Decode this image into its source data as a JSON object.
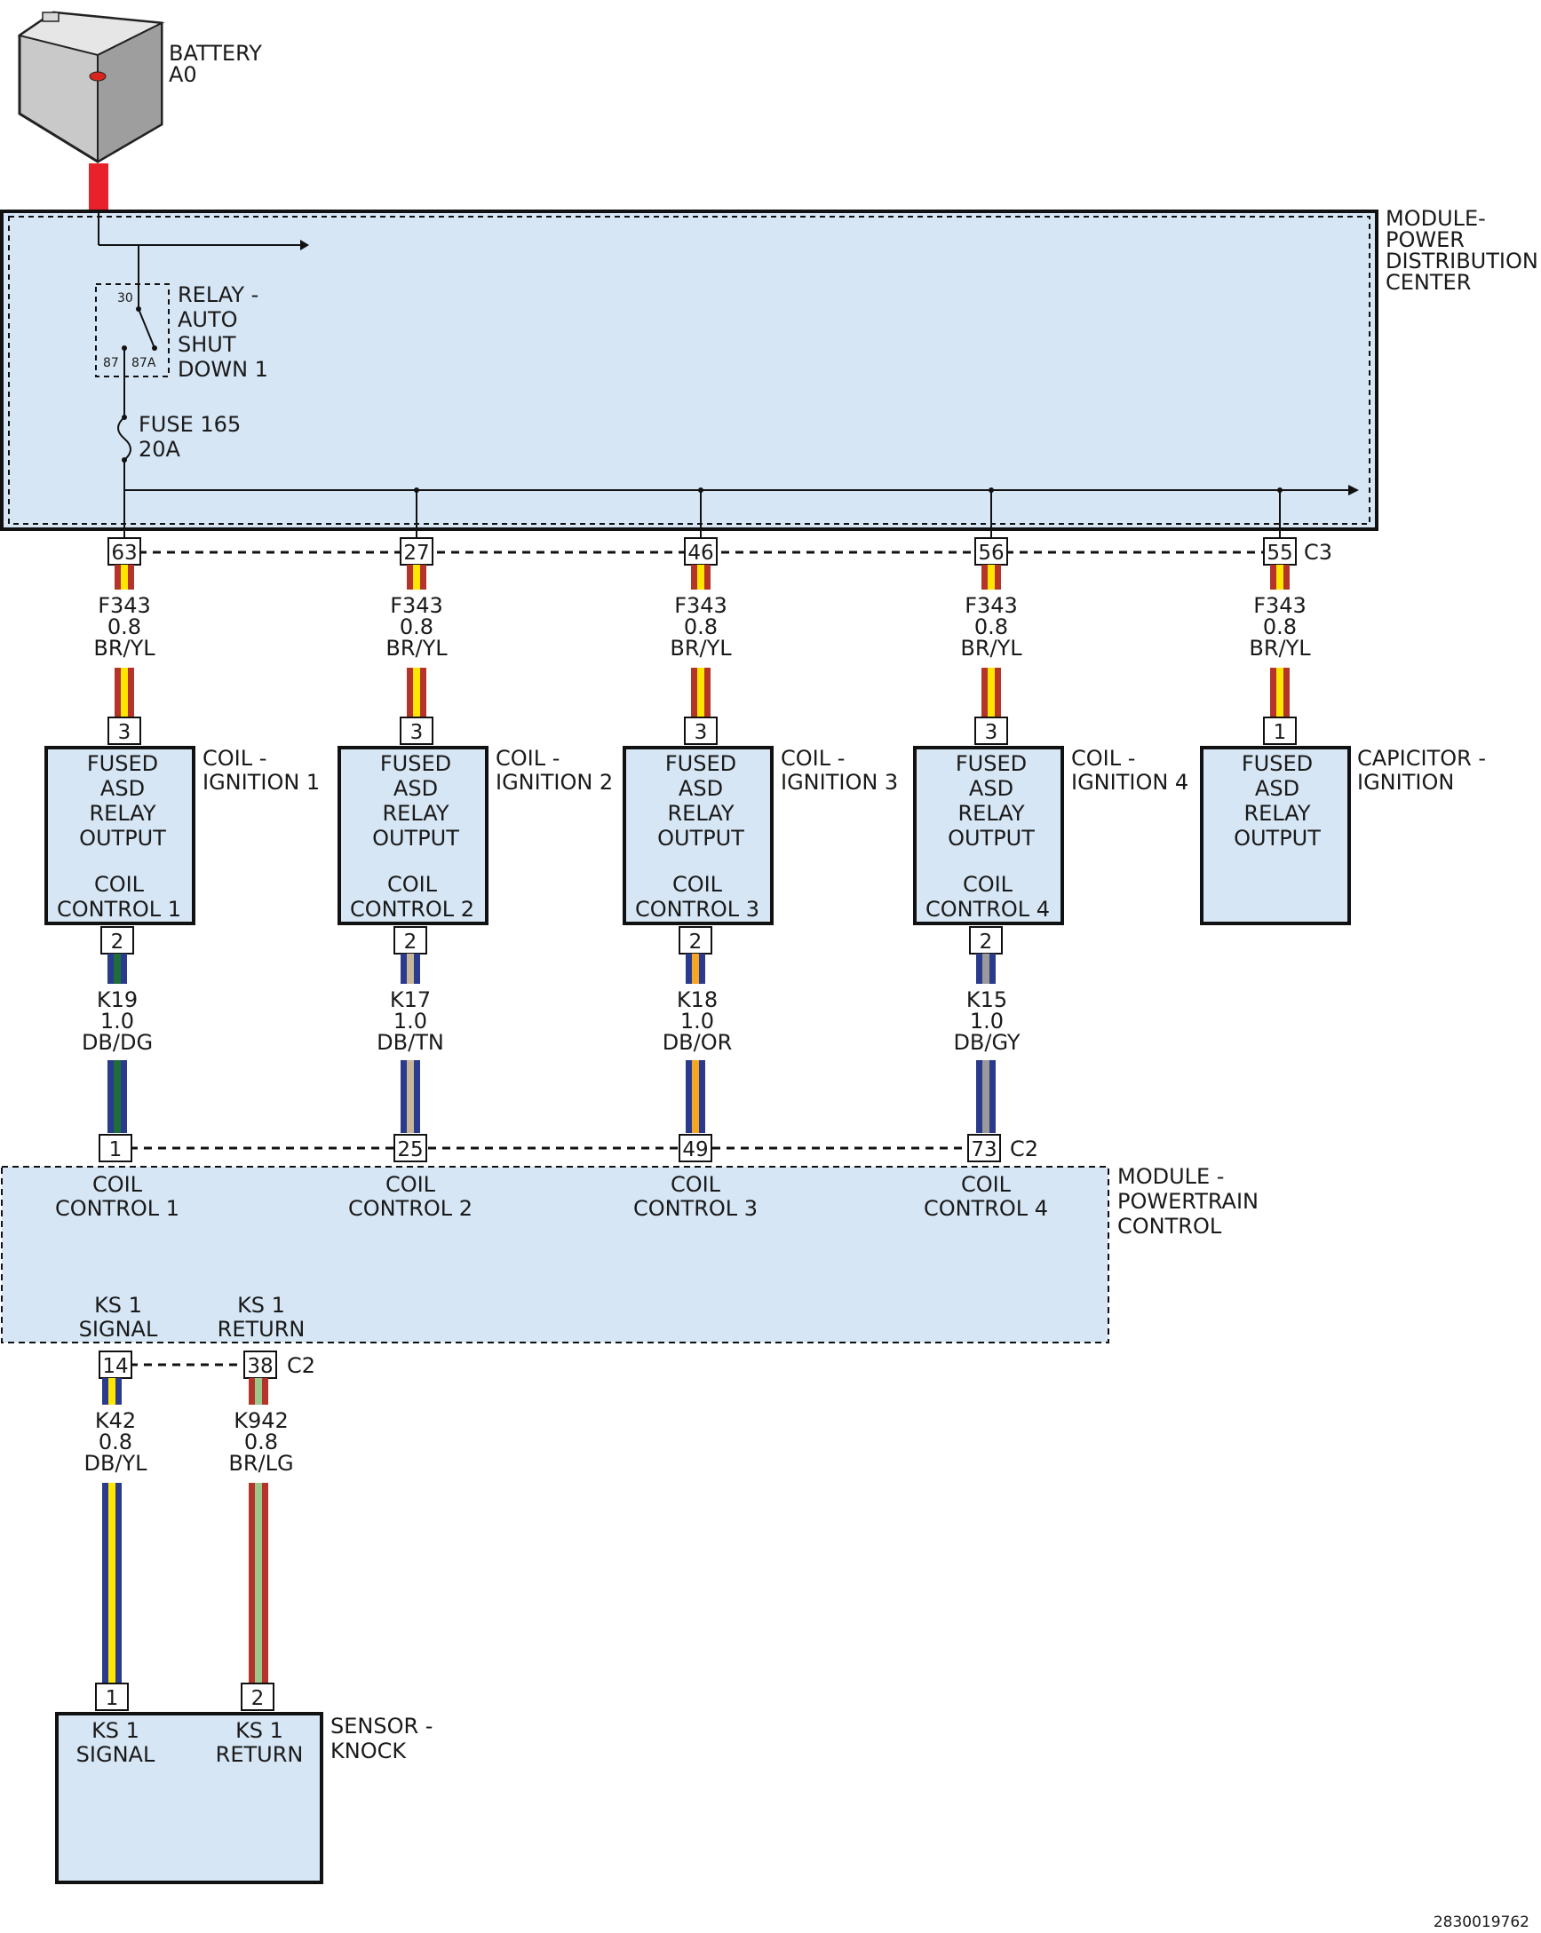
{
  "diagram_id": "2830019762",
  "battery": {
    "name": "BATTERY",
    "id": "A0"
  },
  "pdc": {
    "name_lines": [
      "MODULE-",
      "POWER",
      "DISTRIBUTION",
      "CENTER"
    ],
    "connector": "C3",
    "relay": {
      "lines": [
        "RELAY -",
        "AUTO",
        "SHUT",
        "DOWN 1"
      ],
      "pin_30": "30",
      "pin_87": "87",
      "pin_87a": "87A"
    },
    "fuse": {
      "lines": [
        "FUSE 165",
        "20A"
      ]
    },
    "pins": [
      "63",
      "27",
      "46",
      "56",
      "55"
    ]
  },
  "feed_wire": {
    "circuit": "F343",
    "gauge": "0.8",
    "color": "BR/YL"
  },
  "coils": [
    {
      "name_lines": [
        "COIL -",
        "IGNITION 1"
      ],
      "in_pin": "3",
      "out_pin": "2",
      "box_lines": [
        "FUSED",
        "ASD",
        "RELAY",
        "OUTPUT",
        "",
        "COIL",
        "CONTROL 1"
      ],
      "wire": {
        "circuit": "K19",
        "gauge": "1.0",
        "color": "DB/DG"
      },
      "pcm_pin": "1",
      "pcm_label": [
        "COIL",
        "CONTROL 1"
      ]
    },
    {
      "name_lines": [
        "COIL -",
        "IGNITION 2"
      ],
      "in_pin": "3",
      "out_pin": "2",
      "box_lines": [
        "FUSED",
        "ASD",
        "RELAY",
        "OUTPUT",
        "",
        "COIL",
        "CONTROL 2"
      ],
      "wire": {
        "circuit": "K17",
        "gauge": "1.0",
        "color": "DB/TN"
      },
      "pcm_pin": "25",
      "pcm_label": [
        "COIL",
        "CONTROL 2"
      ]
    },
    {
      "name_lines": [
        "COIL -",
        "IGNITION 3"
      ],
      "in_pin": "3",
      "out_pin": "2",
      "box_lines": [
        "FUSED",
        "ASD",
        "RELAY",
        "OUTPUT",
        "",
        "COIL",
        "CONTROL 3"
      ],
      "wire": {
        "circuit": "K18",
        "gauge": "1.0",
        "color": "DB/OR"
      },
      "pcm_pin": "49",
      "pcm_label": [
        "COIL",
        "CONTROL 3"
      ]
    },
    {
      "name_lines": [
        "COIL -",
        "IGNITION 4"
      ],
      "in_pin": "3",
      "out_pin": "2",
      "box_lines": [
        "FUSED",
        "ASD",
        "RELAY",
        "OUTPUT",
        "",
        "COIL",
        "CONTROL 4"
      ],
      "wire": {
        "circuit": "K15",
        "gauge": "1.0",
        "color": "DB/GY"
      },
      "pcm_pin": "73",
      "pcm_label": [
        "COIL",
        "CONTROL 4"
      ]
    }
  ],
  "capacitor": {
    "name_lines": [
      "CAPICITOR -",
      "IGNITION"
    ],
    "in_pin": "1",
    "box_lines": [
      "FUSED",
      "ASD",
      "RELAY",
      "OUTPUT"
    ]
  },
  "pcm": {
    "name_lines": [
      "MODULE -",
      "POWERTRAIN",
      "CONTROL"
    ],
    "connector": "C2",
    "knock_connector": "C2",
    "ks_signal": {
      "label": [
        "KS 1",
        "SIGNAL"
      ],
      "pin": "14"
    },
    "ks_return": {
      "label": [
        "KS 1",
        "RETURN"
      ],
      "pin": "38"
    }
  },
  "knock_wires": [
    {
      "circuit": "K42",
      "gauge": "0.8",
      "color": "DB/YL"
    },
    {
      "circuit": "K942",
      "gauge": "0.8",
      "color": "BR/LG"
    }
  ],
  "knock_sensor": {
    "name_lines": [
      "SENSOR -",
      "KNOCK"
    ],
    "pin_signal": "1",
    "pin_return": "2",
    "signal_label": [
      "KS 1",
      "SIGNAL"
    ],
    "return_label": [
      "KS 1",
      "RETURN"
    ]
  },
  "colors": {
    "module_fill": "#d6e6f5",
    "battery_wire": "#e8222a",
    "brown": "#b5342a",
    "yellow": "#ffe600",
    "dark_blue": "#2a3a8c",
    "dark_green": "#1e6e3a",
    "tan": "#c9b59a",
    "orange": "#f5a623",
    "gray": "#9a9a9a",
    "light_green": "#9cc78a"
  }
}
